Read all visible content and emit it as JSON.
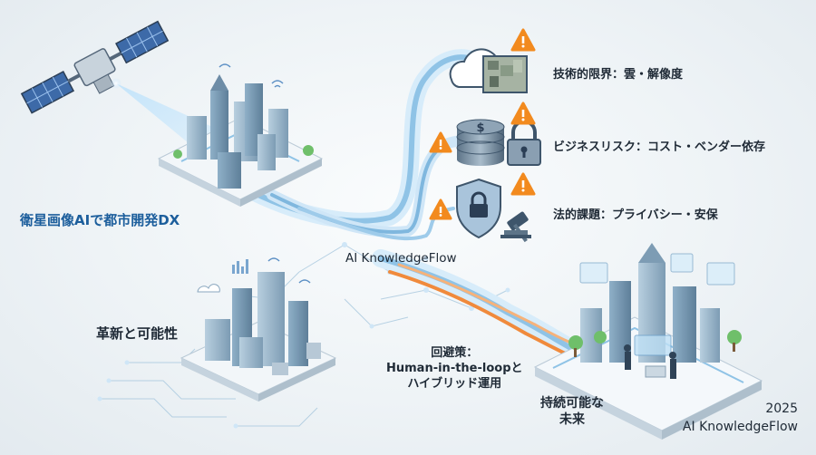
{
  "labels": {
    "satellite_dx": "衛星画像AIで都市開発DX",
    "innovation": "革新と可能性",
    "center": "AI KnowledgeFlow",
    "risk_technical": "技術的限界：雲・解像度",
    "risk_business": "ビジネスリスク：コスト・ベンダー依存",
    "risk_legal": "法的課題：プライバシー・安保",
    "mitigation_line1": "回避策：",
    "mitigation_line2": "Human-in-the-loopと",
    "mitigation_line3": "ハイブリッド運用",
    "future_line1": "持続可能な",
    "future_line2": "未来",
    "footer_year": "2025",
    "footer_brand": "AI KnowledgeFlow"
  },
  "colors": {
    "flow_blue": "#8fc3e6",
    "flow_orange": "#f08a3c",
    "warning": "#f28a1e",
    "accent_text": "#1c5e9c"
  },
  "icons": [
    "satellite-icon",
    "cloud-icon",
    "dollar-coin-stack-icon",
    "padlock-icon",
    "shield-lock-icon",
    "gavel-icon",
    "warning-icon"
  ]
}
